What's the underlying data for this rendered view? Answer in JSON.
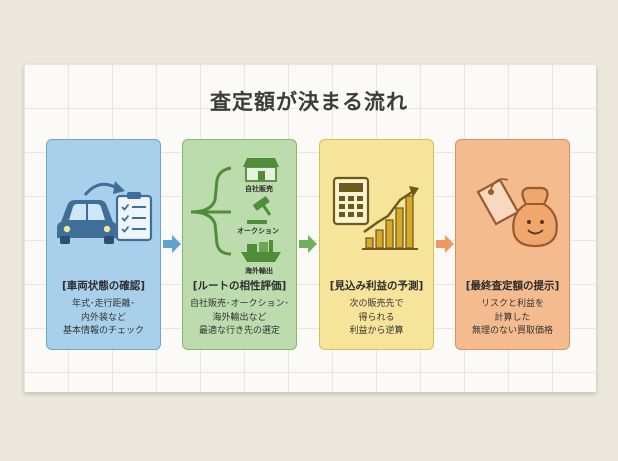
{
  "title": "査定額が決まる流れ",
  "steps": [
    {
      "heading": "[車両状態の確認]",
      "lines": [
        "年式･走行距離･",
        "内外装など",
        "基本情報のチェック"
      ]
    },
    {
      "heading": "[ルートの相性評価]",
      "lines": [
        "自社販売･オークション･",
        "海外輸出など",
        "最適な行き先の選定"
      ],
      "routes": [
        "自社販売",
        "オークション",
        "海外輸出"
      ]
    },
    {
      "heading": "[見込み利益の予測]",
      "lines": [
        "次の販売先で",
        "得られる",
        "利益から逆算"
      ]
    },
    {
      "heading": "[最終査定額の提示]",
      "lines": [
        "リスクと利益を",
        "計算した",
        "無理のない買取価格"
      ]
    }
  ],
  "colors": {
    "step1": "#a9d0ea",
    "step2": "#bcdcae",
    "step3": "#f5e49a",
    "step4": "#f4bb8e",
    "arrow1": "#5ea2d0",
    "arrow2": "#6fb05a",
    "arrow3": "#ef9a5c"
  },
  "icons": [
    "car-icon",
    "clipboard-checklist-icon",
    "shop-icon",
    "auction-gavel-icon",
    "cargo-ship-icon",
    "calculator-icon",
    "growth-chart-icon",
    "price-tag-icon",
    "money-bag-icon"
  ]
}
